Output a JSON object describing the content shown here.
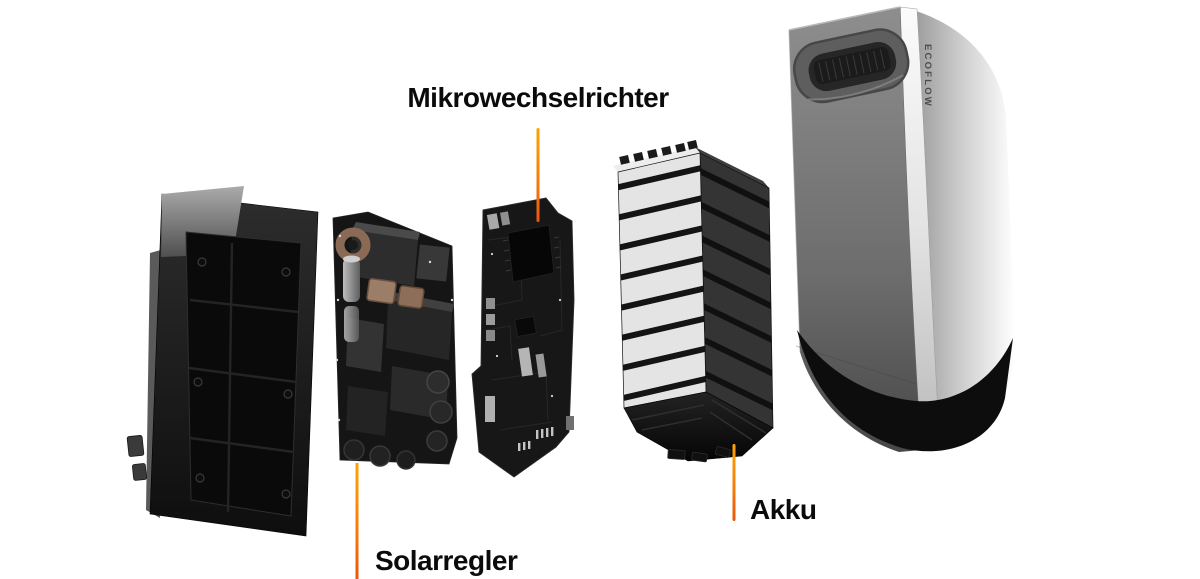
{
  "scene": {
    "background": "#FFFFFF",
    "label_color": "#0B0B0B",
    "accent_gradient_top": "#FFA305",
    "accent_gradient_bottom": "#EA560A"
  },
  "brand": "ECOFLOW",
  "labels": {
    "mikrowechselrichter": "Mikrowechselrichter",
    "solarregler": "Solarregler",
    "akku": "Akku"
  }
}
